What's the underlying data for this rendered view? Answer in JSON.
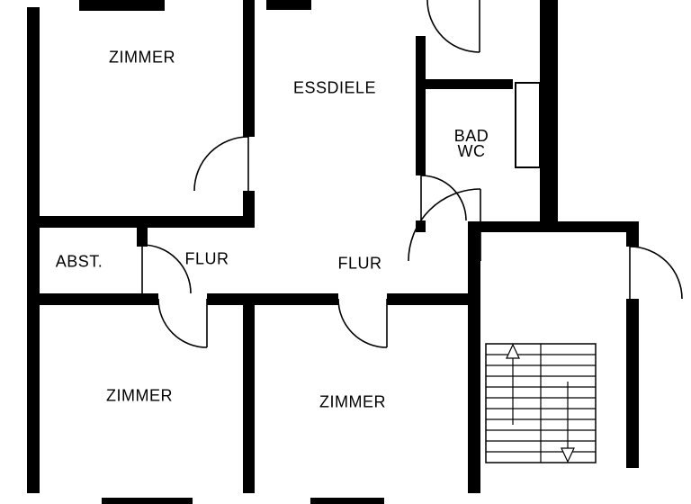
{
  "floorplan": {
    "background_color": "#ffffff",
    "wall_color": "#000000",
    "labels": {
      "zimmer_top_left": "ZIMMER",
      "essdiele": "ESSDIELE",
      "bad": "BAD",
      "wc": "WC",
      "abstellraum": "ABST.",
      "flur_left": "FLUR",
      "flur_right": "FLUR",
      "zimmer_bottom_left": "ZIMMER",
      "zimmer_bottom_middle": "ZIMMER"
    },
    "icons": {
      "stairs_up": "arrow-up-icon",
      "stairs_down": "arrow-down-icon"
    }
  }
}
